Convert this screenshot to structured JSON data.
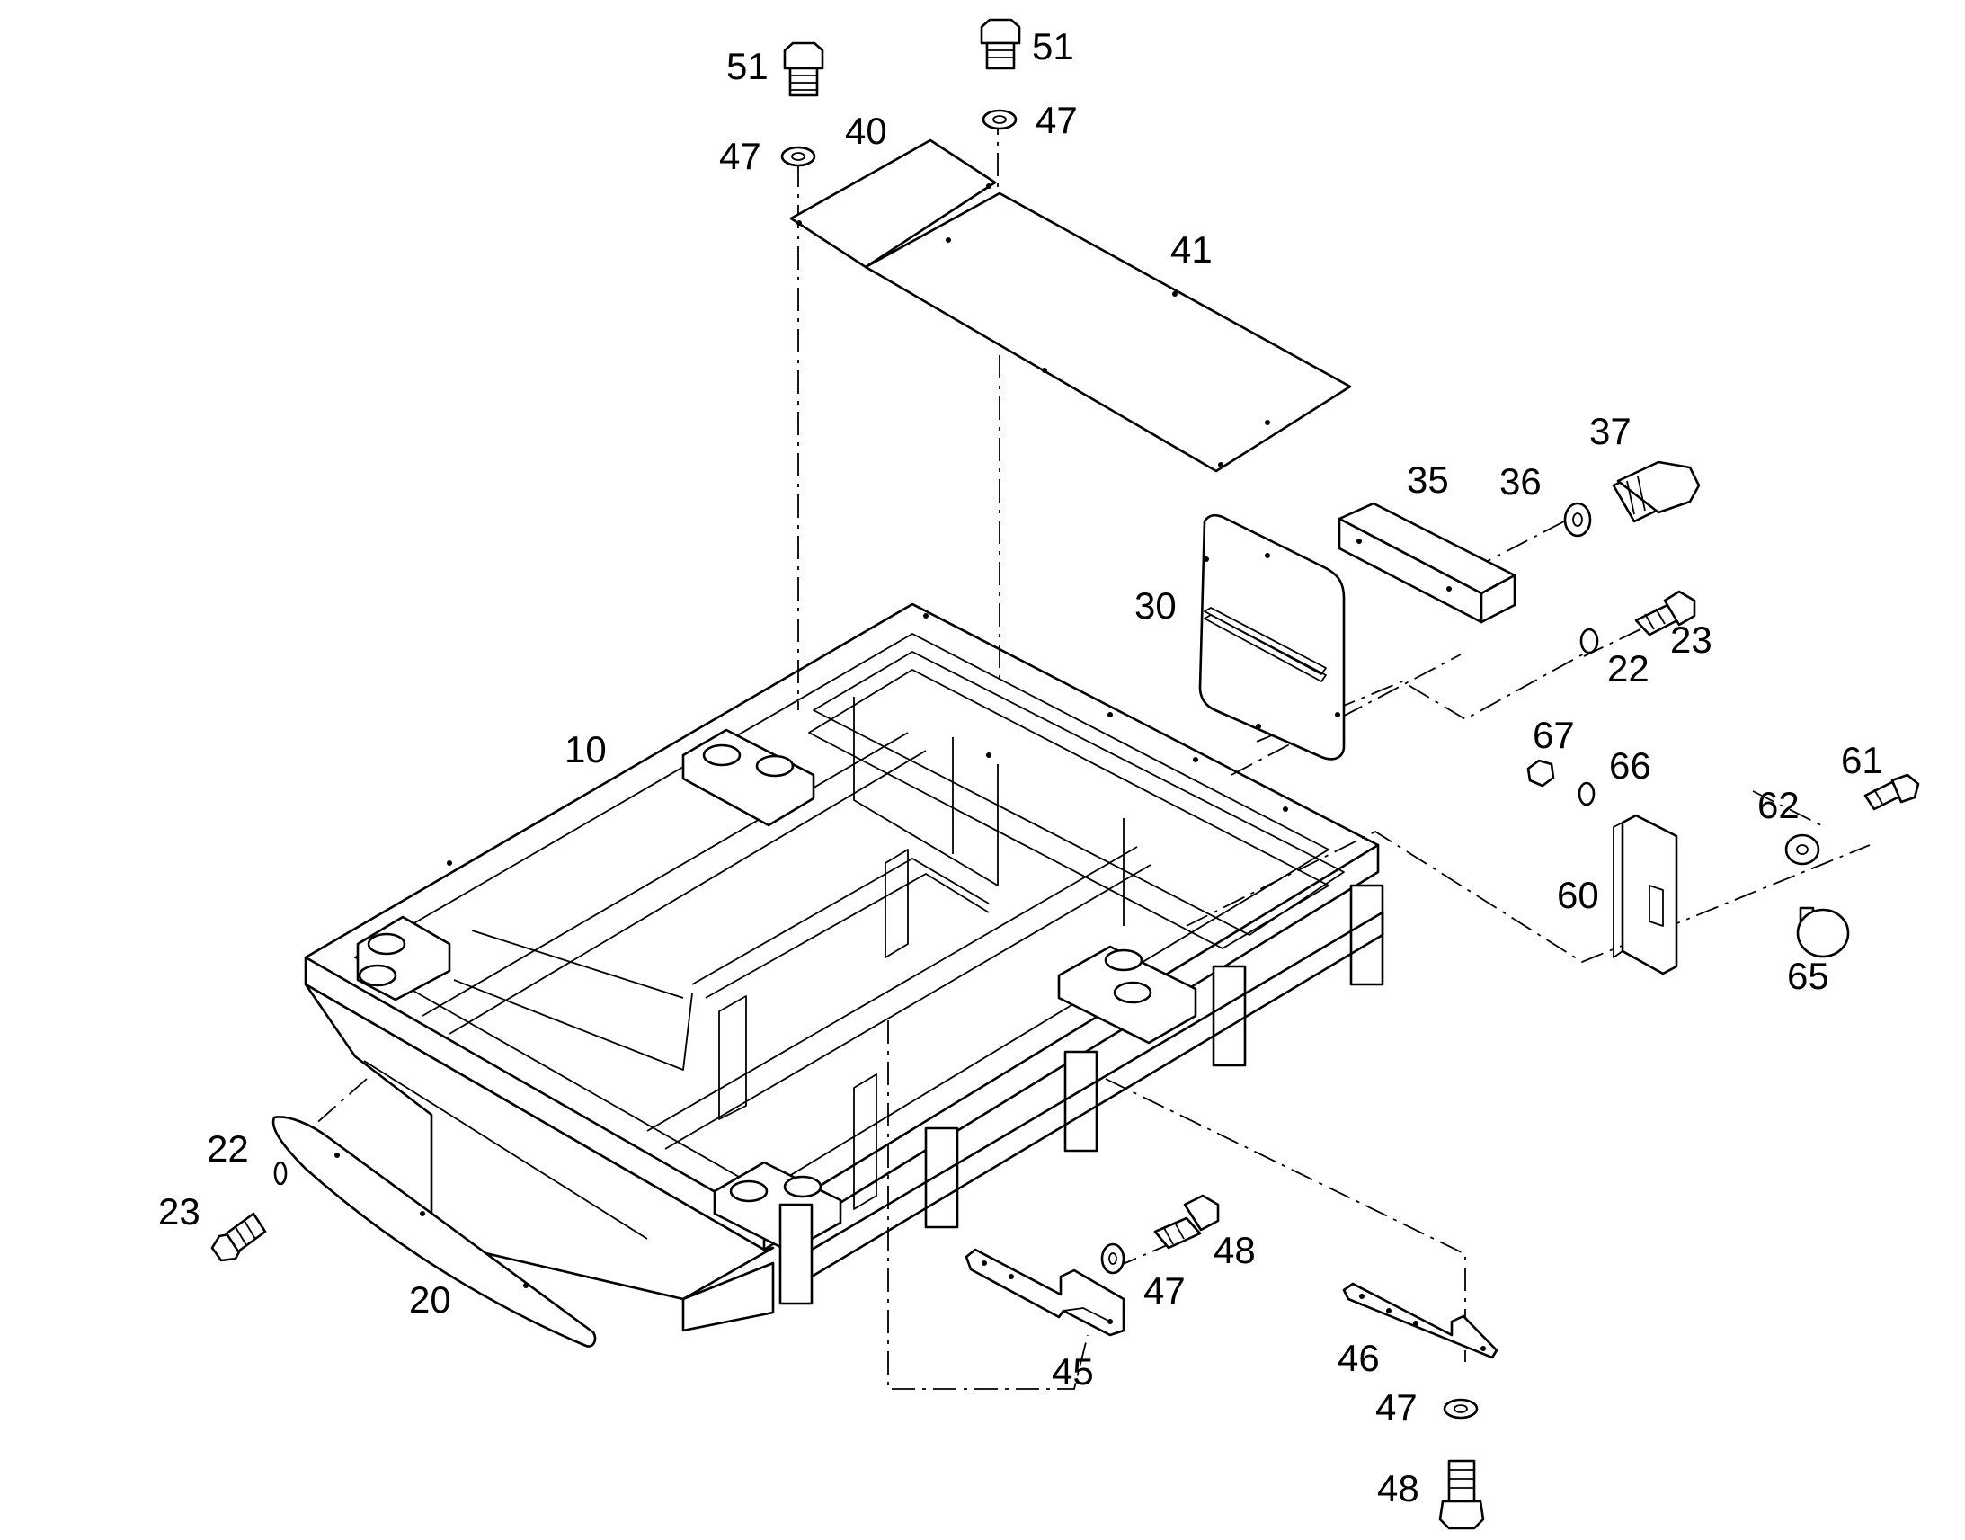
{
  "labels": {
    "p10": "10",
    "p20": "20",
    "p22a": "22",
    "p22b": "22",
    "p23a": "23",
    "p23b": "23",
    "p30": "30",
    "p35": "35",
    "p36": "36",
    "p37": "37",
    "p40": "40",
    "p41": "41",
    "p45": "45",
    "p46": "46",
    "p47a": "47",
    "p47b": "47",
    "p47c": "47",
    "p47d": "47",
    "p48a": "48",
    "p48b": "48",
    "p51a": "51",
    "p51b": "51",
    "p60": "60",
    "p61": "61",
    "p62": "62",
    "p65": "65",
    "p66": "66",
    "p67": "67"
  }
}
